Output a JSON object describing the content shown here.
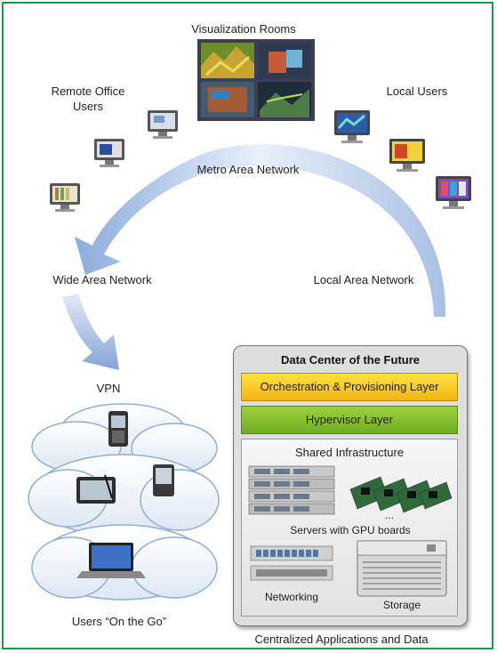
{
  "visualization": {
    "label": "Visualization Rooms"
  },
  "remote": {
    "label": "Remote Office Users"
  },
  "local": {
    "label": "Local Users"
  },
  "networks": {
    "metro": "Metro Area Network",
    "wide": "Wide Area Network",
    "local": "Local Area Network",
    "vpn": "VPN"
  },
  "mobile": {
    "label": "Users “On the Go”"
  },
  "datacenter": {
    "title": "Data Center of the Future",
    "orchestration": "Orchestration & Provisioning Layer",
    "hypervisor": "Hypervisor Layer",
    "shared": "Shared Infrastructure",
    "servers": "Servers with GPU boards",
    "ellipsis": "...",
    "networking": "Networking",
    "storage": "Storage"
  },
  "caption": "Centralized Applications and Data",
  "colors": {
    "frame": "#1a9a4a",
    "arrow": "#a9c3e8",
    "orchestration": "#f7c51c",
    "hypervisor": "#82bf2e"
  }
}
